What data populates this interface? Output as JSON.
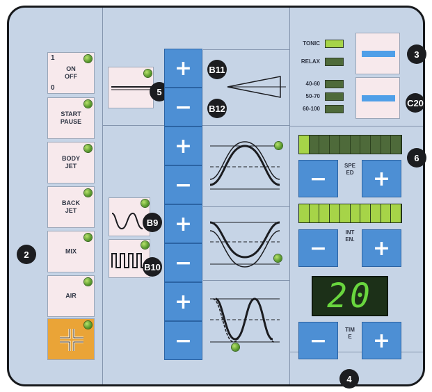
{
  "colors": {
    "panel_bg": "#c6d4e6",
    "button_blue": "#4d8fd4",
    "button_pink": "#f7e9ec",
    "highlight_yellow": "#eaa437",
    "led_lit": "#a6d448",
    "led_dim": "#4e6a3a",
    "indicator_green": "#5fa22d",
    "display_green": "#69d63e"
  },
  "left_buttons": [
    {
      "top_number": "1",
      "bottom_number": "0",
      "label": "ON\nOFF"
    },
    {
      "label": "START\nPAUSE"
    },
    {
      "label": "BODY\nJET"
    },
    {
      "label": "BACK\nJET"
    },
    {
      "label": "MIX"
    },
    {
      "label": "AIR"
    },
    {
      "label": "",
      "icon": "cross-arrows-icon"
    }
  ],
  "plus_symbol": "+",
  "minus_symbol": "−",
  "badges": {
    "b2": "2",
    "b3": "3",
    "b4": "4",
    "b5": "5",
    "b6": "6",
    "b9": "B9",
    "b10": "B10",
    "b11": "B11",
    "b12": "B12",
    "c20": "C20"
  },
  "mode_indicators": [
    {
      "label": "TONIC",
      "lit": true
    },
    {
      "label": "RELAX",
      "lit": false
    }
  ],
  "range_indicators": [
    {
      "label": "40-60",
      "lit": false
    },
    {
      "label": "50-70",
      "lit": false
    },
    {
      "label": "60-100",
      "lit": false
    }
  ],
  "speed": {
    "label": "SPEED",
    "level": 1,
    "segments": 10
  },
  "intensity": {
    "label": "INTEN.",
    "level": 10,
    "segments": 10
  },
  "time": {
    "label": "TIME",
    "display": "20"
  },
  "icons": [
    "cross-arrows-icon",
    "square-wave-icon",
    "sine-wave-icon",
    "taper-icon"
  ]
}
